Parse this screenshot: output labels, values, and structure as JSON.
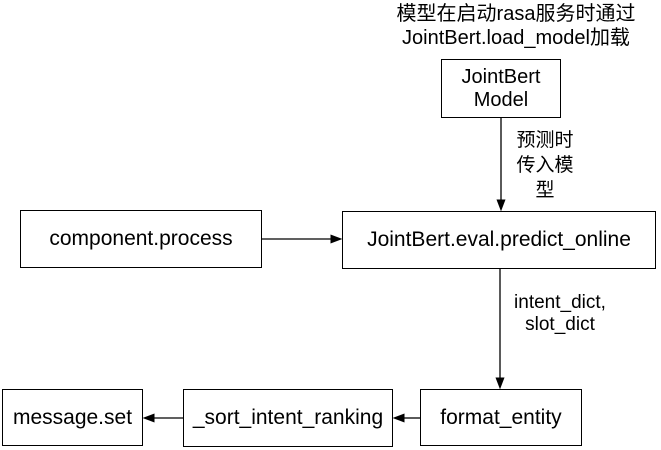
{
  "diagram": {
    "top_note": "模型在启动rasa服务时通过\nJointBert.load_model加载",
    "nodes": {
      "jointbert_model": {
        "label": "JointBert\nModel"
      },
      "component_process": {
        "label": "component.process"
      },
      "predict_online": {
        "label": "JointBert.eval.predict_online"
      },
      "format_entity": {
        "label": "format_entity"
      },
      "sort_intent_ranking": {
        "label": "_sort_intent_ranking"
      },
      "message_set": {
        "label": "message.set"
      }
    },
    "edge_labels": {
      "model_to_predict": "预测时\n传入模\n型",
      "predict_to_format": "intent_dict,\nslot_dict"
    },
    "colors": {
      "background": "#ffffff",
      "stroke": "#000000",
      "text": "#000000"
    }
  }
}
